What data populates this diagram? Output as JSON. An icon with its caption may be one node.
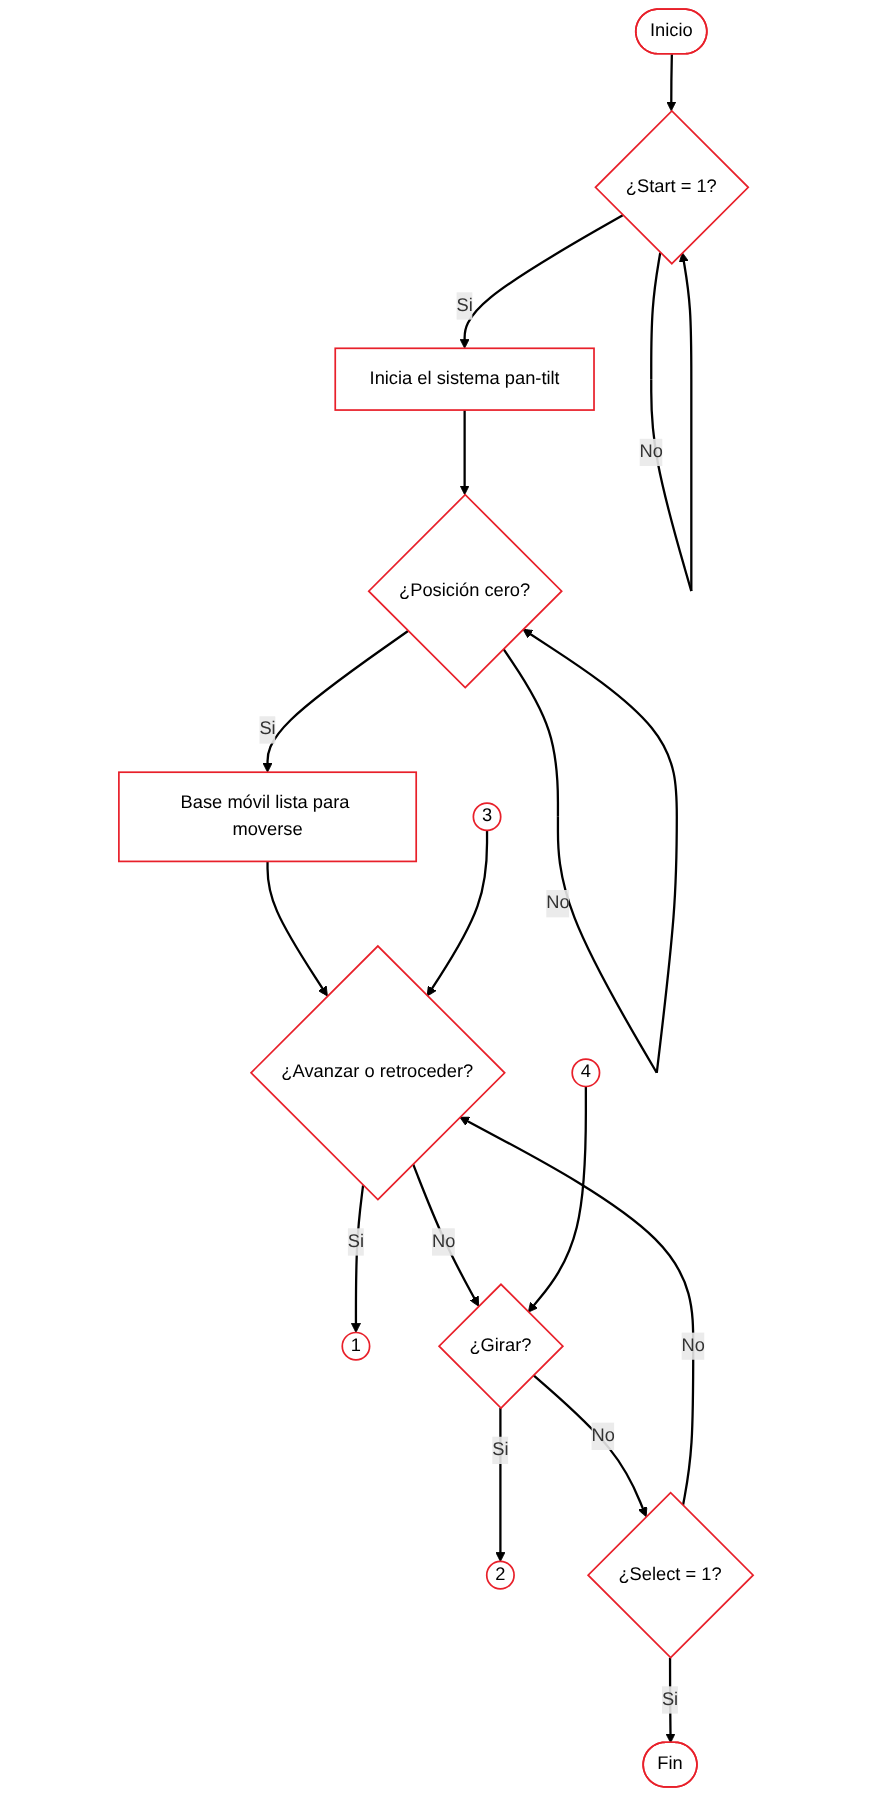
{
  "diagram": {
    "nodes": [
      {
        "text": [
          "Inicio"
        ]
      },
      {
        "text": [
          "¿Start = 1?"
        ]
      },
      {
        "text": [
          "Inicia el sistema pan-tilt"
        ]
      },
      {
        "text": [
          "¿Posición cero?"
        ]
      },
      {
        "text": [
          "Base móvil lista para moverse"
        ]
      },
      {
        "text": [
          "3"
        ]
      },
      {
        "text": [
          "¿Avanzar o retroceder?"
        ]
      },
      {
        "text": [
          "1"
        ]
      },
      {
        "text": [
          "4"
        ]
      },
      {
        "text": [
          "¿Girar?"
        ]
      },
      {
        "text": [
          "2"
        ]
      },
      {
        "text": [
          "¿Select = 1?"
        ]
      },
      {
        "text": [
          "Fin"
        ]
      }
    ],
    "edges": [
      {
        "from": 0,
        "to": 1,
        "arrow": "to"
      },
      {
        "from": 1,
        "to": 1,
        "arrow": "to",
        "label": "No"
      },
      {
        "from": 1,
        "to": 2,
        "arrow": "to",
        "label": "Si"
      },
      {
        "from": 2,
        "to": 3,
        "arrow": "to"
      },
      {
        "from": 3,
        "to": 3,
        "arrow": "to",
        "label": "No"
      },
      {
        "from": 3,
        "to": 4,
        "arrow": "to",
        "label": "Si"
      },
      {
        "from": 4,
        "to": 6,
        "arrow": "to"
      },
      {
        "from": 5,
        "to": 6,
        "arrow": "to"
      },
      {
        "from": 11,
        "to": 6,
        "arrow": "to",
        "label": "No"
      },
      {
        "from": 6,
        "to": 7,
        "arrow": "to",
        "label": "Si"
      },
      {
        "from": 6,
        "to": 9,
        "arrow": "to",
        "label": "No"
      },
      {
        "from": 8,
        "to": 9,
        "arrow": "to"
      },
      {
        "from": 9,
        "to": 10,
        "arrow": "to",
        "label": "Si"
      },
      {
        "from": 9,
        "to": 11,
        "arrow": "to",
        "label": "No"
      },
      {
        "from": 11,
        "to": 12,
        "arrow": "to",
        "label": "Si"
      }
    ]
  }
}
